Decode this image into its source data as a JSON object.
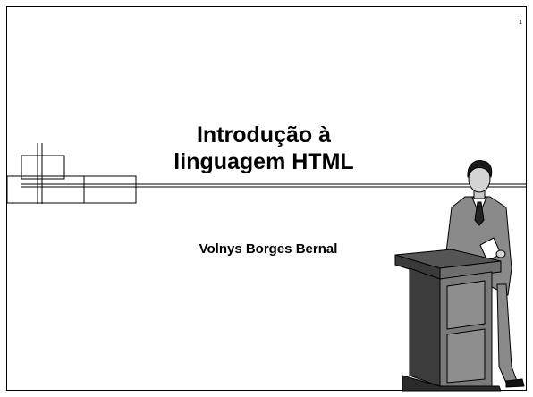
{
  "slide": {
    "page_number": "1",
    "title_line1": "Introdução à",
    "title_line2": "linguagem HTML",
    "author": "Volnys Borges Bernal"
  },
  "clipart": {
    "icon": "presenter-at-podium-icon"
  },
  "colors": {
    "line": "#000000",
    "background": "#ffffff",
    "podium_mid": "#7a7a7a",
    "podium_dark": "#3c3c3c"
  }
}
